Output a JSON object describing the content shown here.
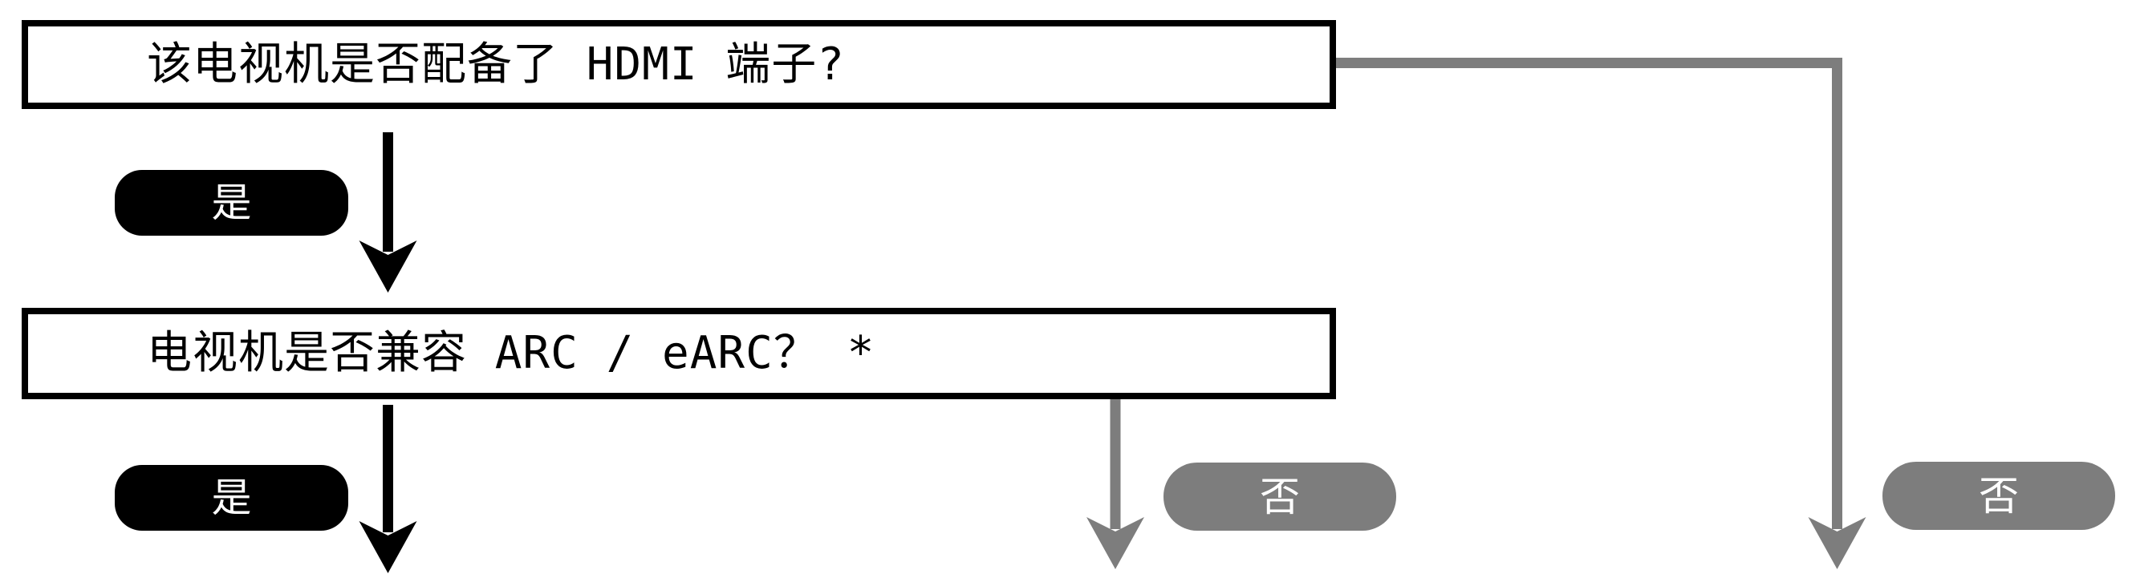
{
  "colors": {
    "background": "#ffffff",
    "box_border": "#000000",
    "box_fill": "#ffffff",
    "box_text": "#000000",
    "yes_badge_fill": "#000000",
    "no_badge_fill": "#7d7d7d",
    "badge_text": "#ffffff",
    "black_connector": "#000000",
    "gray_connector": "#7d7d7d"
  },
  "flow": {
    "question1": "该电视机是否配备了 HDMI 端子?",
    "question2": "电视机是否兼容 ARC / eARC？ *",
    "yes_label_1": "是",
    "yes_label_2": "是",
    "no_label_1": "否",
    "no_label_2": "否"
  }
}
